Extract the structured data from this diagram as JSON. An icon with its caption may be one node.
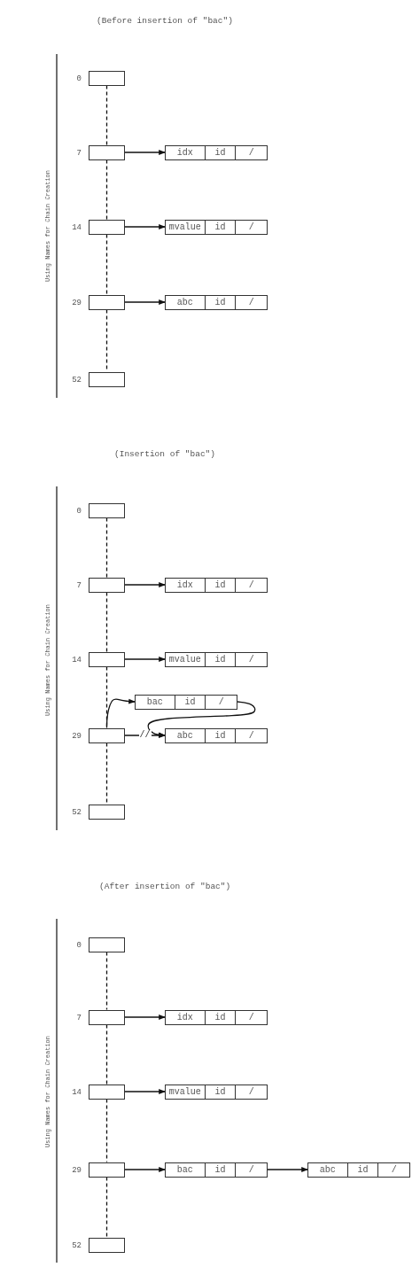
{
  "diagram": {
    "nodes": [
      {
        "text": [],
        "shape": "box",
        "beside": [
          "0"
        ]
      },
      {
        "text": [],
        "shape": "box",
        "beside": [
          "7"
        ]
      },
      {
        "text": [
          "idx",
          "id",
          "/"
        ]
      },
      {
        "text": [],
        "shape": "box",
        "beside": [
          "14"
        ]
      },
      {
        "text": [
          "mvalue",
          "id",
          "/"
        ]
      },
      {
        "text": [],
        "shape": "box",
        "beside": [
          "29"
        ]
      },
      {
        "text": [
          "abc",
          "id",
          "/"
        ]
      },
      {
        "text": [],
        "shape": "box",
        "beside": [
          "52"
        ]
      },
      {
        "text": [],
        "shape": "box",
        "beside": [
          "0"
        ]
      },
      {
        "text": [],
        "shape": "box",
        "beside": [
          "7"
        ]
      },
      {
        "text": [
          "idx",
          "id",
          "/"
        ]
      },
      {
        "text": [],
        "shape": "box",
        "beside": [
          "14"
        ]
      },
      {
        "text": [
          "mvalue",
          "id",
          "/"
        ]
      },
      {
        "text": [
          "bac",
          "id",
          "/"
        ]
      },
      {
        "text": [],
        "shape": "box",
        "beside": [
          "29"
        ]
      },
      {
        "text": [
          "abc",
          "id",
          "/"
        ]
      },
      {
        "text": [],
        "shape": "box",
        "beside": [
          "52"
        ]
      },
      {
        "text": [],
        "shape": "box",
        "beside": [
          "0"
        ]
      },
      {
        "text": [],
        "shape": "box",
        "beside": [
          "7"
        ]
      },
      {
        "text": [
          "idx",
          "id",
          "/"
        ]
      },
      {
        "text": [],
        "shape": "box",
        "beside": [
          "14"
        ]
      },
      {
        "text": [
          "mvalue",
          "id",
          "/"
        ]
      },
      {
        "text": [],
        "shape": "box",
        "beside": [
          "29"
        ]
      },
      {
        "text": [
          "bac",
          "id",
          "/"
        ]
      },
      {
        "text": [
          "abc",
          "id",
          "/"
        ]
      },
      {
        "text": [],
        "shape": "box",
        "beside": [
          "52"
        ]
      }
    ],
    "edges": [
      {
        "from": 0,
        "to": 1,
        "arrow": "none",
        "style": "dashed"
      },
      {
        "from": 1,
        "to": 3,
        "arrow": "none",
        "style": "dashed"
      },
      {
        "from": 3,
        "to": 5,
        "arrow": "none",
        "style": "dashed"
      },
      {
        "from": 5,
        "to": 7,
        "arrow": "none",
        "style": "dashed"
      },
      {
        "from": 1,
        "to": 2,
        "arrow": "to"
      },
      {
        "from": 3,
        "to": 4,
        "arrow": "to"
      },
      {
        "from": 5,
        "to": 6,
        "arrow": "to"
      },
      {
        "from": 8,
        "to": 9,
        "arrow": "none",
        "style": "dashed"
      },
      {
        "from": 9,
        "to": 11,
        "arrow": "none",
        "style": "dashed"
      },
      {
        "from": 11,
        "to": 14,
        "arrow": "none",
        "style": "dashed"
      },
      {
        "from": 14,
        "to": 16,
        "arrow": "none",
        "style": "dashed"
      },
      {
        "from": 9,
        "to": 10,
        "arrow": "to"
      },
      {
        "from": 11,
        "to": 12,
        "arrow": "to"
      },
      {
        "from": 14,
        "to": 13,
        "arrow": "to"
      },
      {
        "from": 13,
        "to": 15,
        "arrow": "to"
      },
      {
        "from": 14,
        "to": 15,
        "arrow": "to",
        "label": "//"
      },
      {
        "from": 17,
        "to": 18,
        "arrow": "none",
        "style": "dashed"
      },
      {
        "from": 18,
        "to": 20,
        "arrow": "none",
        "style": "dashed"
      },
      {
        "from": 20,
        "to": 22,
        "arrow": "none",
        "style": "dashed"
      },
      {
        "from": 22,
        "to": 25,
        "arrow": "none",
        "style": "dashed"
      },
      {
        "from": 18,
        "to": 19,
        "arrow": "to"
      },
      {
        "from": 20,
        "to": 21,
        "arrow": "to"
      },
      {
        "from": 22,
        "to": 23,
        "arrow": "to"
      },
      {
        "from": 23,
        "to": 24,
        "arrow": "to"
      }
    ],
    "labels": [
      "(Before insertion of \"bac\")",
      "Using Names for Chain Creation",
      "(Insertion of \"bac\")",
      "Using Names for Chain Creation",
      "(After insertion of \"bac\")",
      "Using Names for Chain Creation"
    ]
  }
}
